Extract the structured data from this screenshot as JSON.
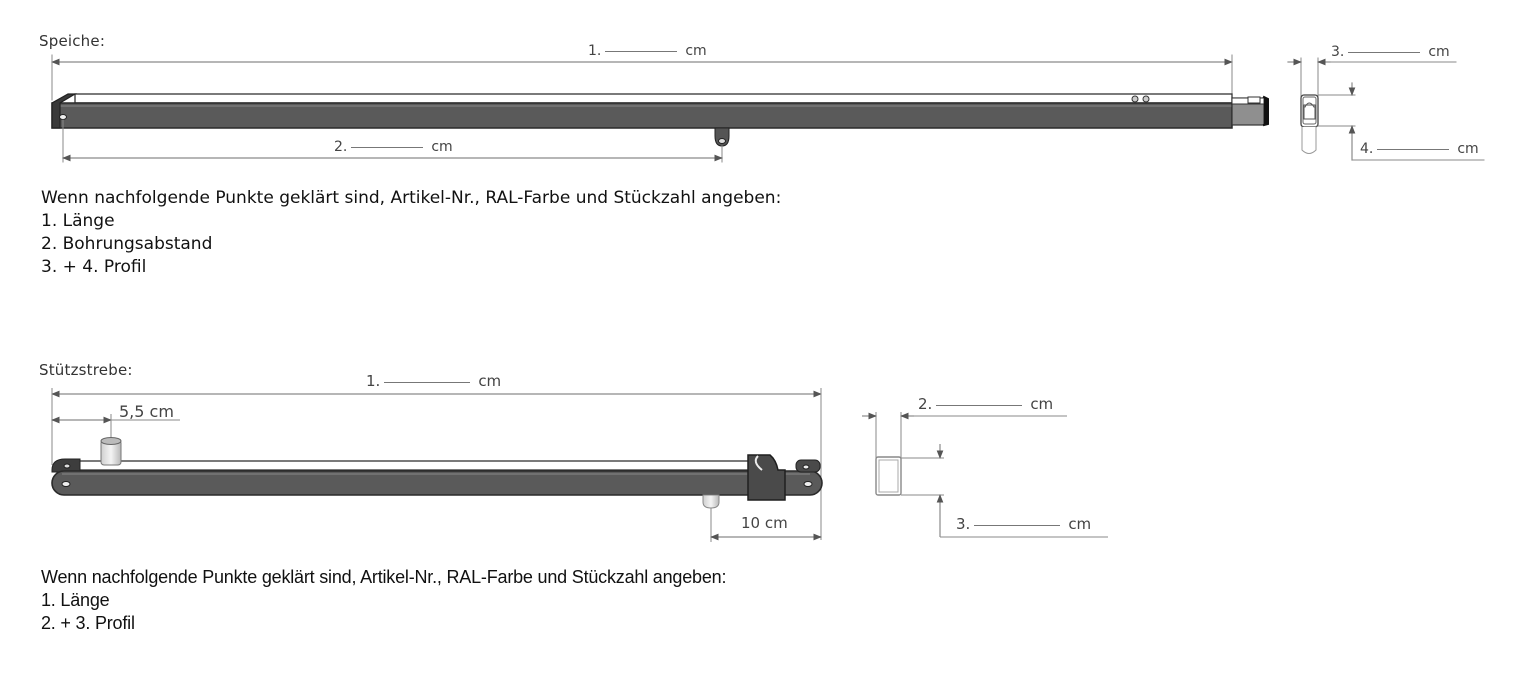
{
  "speiche": {
    "title": "Speiche:",
    "dim1": {
      "num": "1.",
      "unit": "cm"
    },
    "dim2": {
      "num": "2.",
      "unit": "cm"
    },
    "dim3": {
      "num": "3.",
      "unit": "cm"
    },
    "dim4": {
      "num": "4.",
      "unit": "cm"
    },
    "instructions": {
      "intro": "Wenn nachfolgende Punkte geklärt sind,  Artikel-Nr., RAL-Farbe und Stückzahl angeben:",
      "items": [
        "1. Länge",
        "2. Bohrungsabstand",
        "3. + 4. Profil"
      ]
    }
  },
  "stuetzstrebe": {
    "title": "Stützstrebe:",
    "dim1": {
      "num": "1.",
      "unit": "cm"
    },
    "dim_offset": "5,5 cm",
    "dim_end": "10 cm",
    "dim2": {
      "num": "2.",
      "unit": "cm"
    },
    "dim3": {
      "num": "3.",
      "unit": "cm"
    },
    "instructions": {
      "intro": "Wenn nachfolgende Punkte geklärt sind, Artikel-Nr., RAL-Farbe und Stückzahl angeben:",
      "items": [
        "1. Länge",
        "2. + 3. Profil"
      ]
    }
  },
  "colors": {
    "bar_dark": "#555555",
    "bar_outline": "#2a2a2a",
    "dim_line": "#8a8a8a"
  }
}
